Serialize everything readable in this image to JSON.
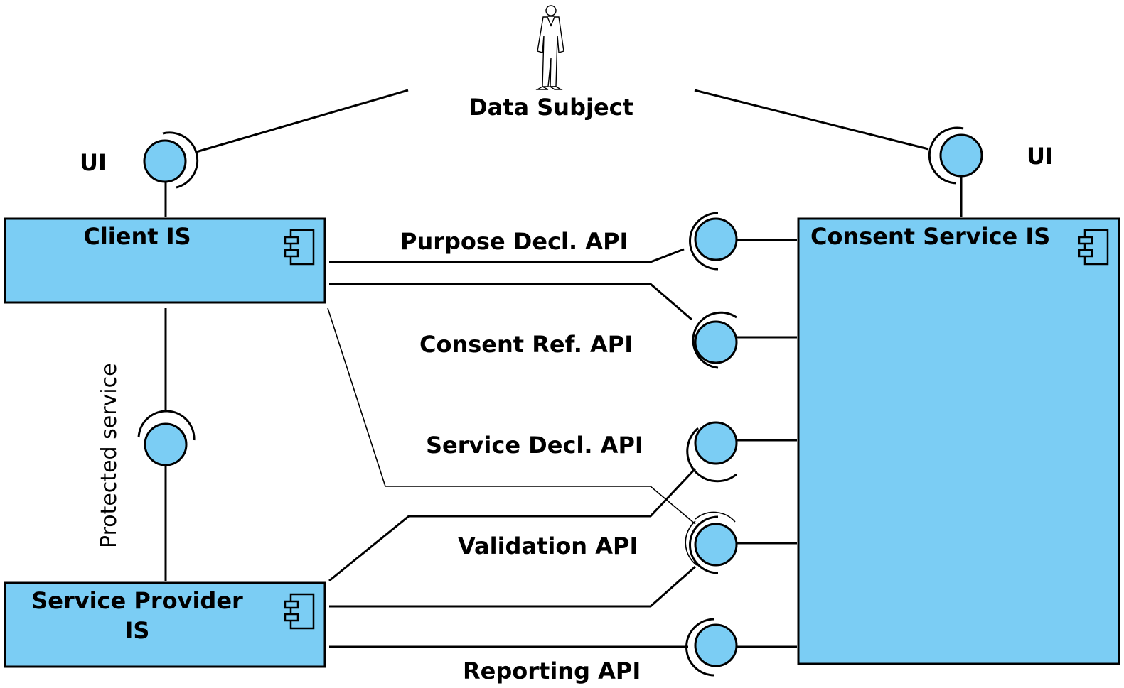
{
  "actor": {
    "label": "Data Subject",
    "icon": "person-icon"
  },
  "components": {
    "client": {
      "label": "Client IS",
      "icon": "component-icon"
    },
    "service_provider": {
      "label_line1": "Service Provider",
      "label_line2": "IS",
      "icon": "component-icon"
    },
    "consent_service": {
      "label": "Consent Service IS",
      "icon": "component-icon"
    }
  },
  "interfaces": {
    "client_ui": "UI",
    "consent_ui": "UI",
    "purpose_decl": "Purpose Decl. API",
    "consent_ref": "Consent Ref. API",
    "service_decl": "Service Decl. API",
    "validation": "Validation API",
    "reporting": "Reporting API",
    "protected_service": "Protected service"
  },
  "colors": {
    "component_fill": "#7bcdf4",
    "stroke": "#000000"
  }
}
